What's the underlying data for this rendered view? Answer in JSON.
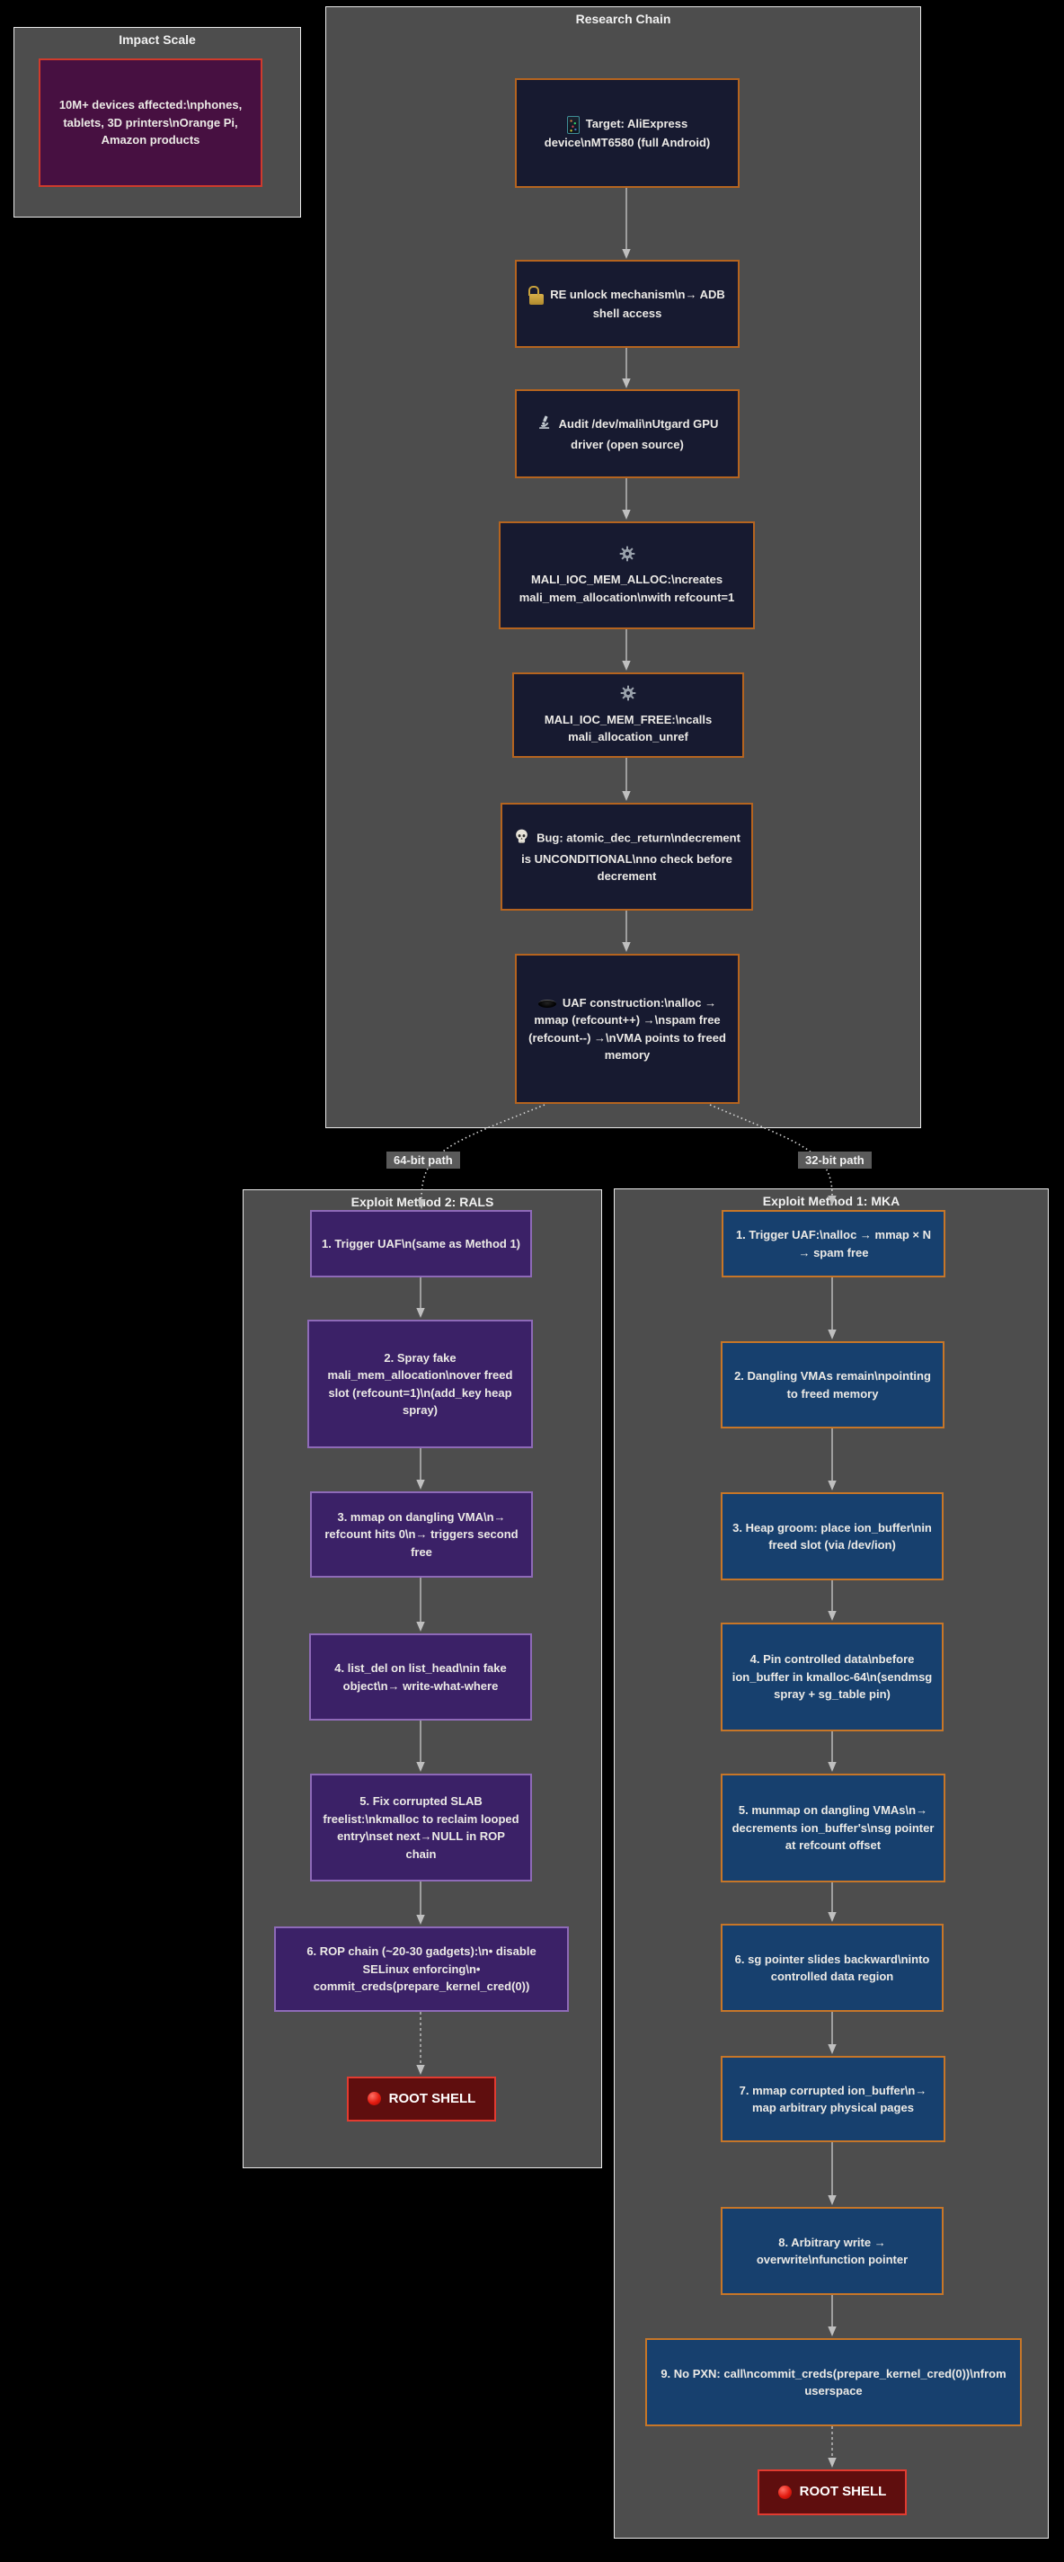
{
  "impact_scale": {
    "title": "Impact Scale",
    "node": {
      "icon": null,
      "text": "10M+ devices affected:\\nphones, tablets, 3D printers\\nOrange Pi, Amazon products"
    }
  },
  "research_chain": {
    "title": "Research Chain",
    "nodes": [
      {
        "icon": "phone-icon",
        "text": "Target: AliExpress device\\nMT6580 (full Android)"
      },
      {
        "icon": "lock-icon",
        "text": "RE unlock mechanism\\n→ ADB shell access"
      },
      {
        "icon": "microscope-icon",
        "text": "Audit /dev/mali\\nUtgard GPU driver (open source)"
      },
      {
        "icon": "gear-icon",
        "text": "MALI_IOC_MEM_ALLOC:\\ncreates mali_mem_allocation\\nwith refcount=1"
      },
      {
        "icon": "gear-icon",
        "text": "MALI_IOC_MEM_FREE:\\ncalls mali_allocation_unref"
      },
      {
        "icon": "skull-icon",
        "text": "Bug: atomic_dec_return\\ndecrement is UNCONDITIONAL\\nno check before decrement"
      },
      {
        "icon": "hole-icon",
        "text": "UAF construction:\\nalloc → mmap (refcount++) →\\nspam free (refcount--) →\\nVMA points to freed memory"
      }
    ]
  },
  "path_labels": {
    "left": "64-bit path",
    "right": "32-bit path"
  },
  "rals": {
    "title": "Exploit Method 2: RALS",
    "nodes": [
      {
        "text": "1. Trigger UAF\\n(same as Method 1)"
      },
      {
        "text": "2. Spray fake mali_mem_allocation\\nover freed slot (refcount=1)\\n(add_key heap spray)"
      },
      {
        "text": "3. mmap on dangling VMA\\n→ refcount hits 0\\n→ triggers second free"
      },
      {
        "text": "4. list_del on list_head\\nin fake object\\n→ write-what-where"
      },
      {
        "text": "5. Fix corrupted SLAB freelist:\\nkmalloc to reclaim looped entry\\nset next→NULL in ROP chain"
      },
      {
        "text": "6. ROP chain (~20-30 gadgets):\\n• disable SELinux enforcing\\n• commit_creds(prepare_kernel_cred(0))"
      }
    ],
    "root_shell": {
      "icon": "red-circle-icon",
      "text": "ROOT SHELL"
    }
  },
  "mka": {
    "title": "Exploit Method 1: MKA",
    "nodes": [
      {
        "text": "1. Trigger UAF:\\nalloc → mmap × N → spam free"
      },
      {
        "text": "2. Dangling VMAs remain\\npointing to freed memory"
      },
      {
        "text": "3. Heap groom: place ion_buffer\\nin freed slot (via /dev/ion)"
      },
      {
        "text": "4. Pin controlled data\\nbefore ion_buffer in kmalloc-64\\n(sendmsg spray + sg_table pin)"
      },
      {
        "text": "5. munmap on dangling VMAs\\n→ decrements ion_buffer's\\nsg pointer at refcount offset"
      },
      {
        "text": "6. sg pointer slides backward\\ninto controlled data region"
      },
      {
        "text": "7. mmap corrupted ion_buffer\\n→ map arbitrary physical pages"
      },
      {
        "text": "8. Arbitrary write → overwrite\\nfunction pointer"
      },
      {
        "text": "9. No PXN: call\\ncommit_creds(prepare_kernel_cred(0))\\nfrom userspace"
      }
    ],
    "root_shell": {
      "icon": "red-circle-icon",
      "text": "ROOT SHELL"
    }
  },
  "colors": {
    "page_bg": "#000000",
    "cluster_bg": "#4d4d4d",
    "cluster_border": "#e9e9e9",
    "chain_node_bg": "#171a30",
    "chain_node_border": "#b5641f",
    "purple_node_bg": "#3b2167",
    "purple_node_border": "#8e6ab8",
    "blue_node_bg": "#17406e",
    "blue_node_border": "#c77628",
    "impact_node_bg": "#471041",
    "impact_node_border": "#cf3b2c",
    "root_shell_bg": "#5f0e0e",
    "root_shell_border": "#e23b30",
    "path_label_bg": "#5a5a5a",
    "edge": "#c9c9c9"
  }
}
